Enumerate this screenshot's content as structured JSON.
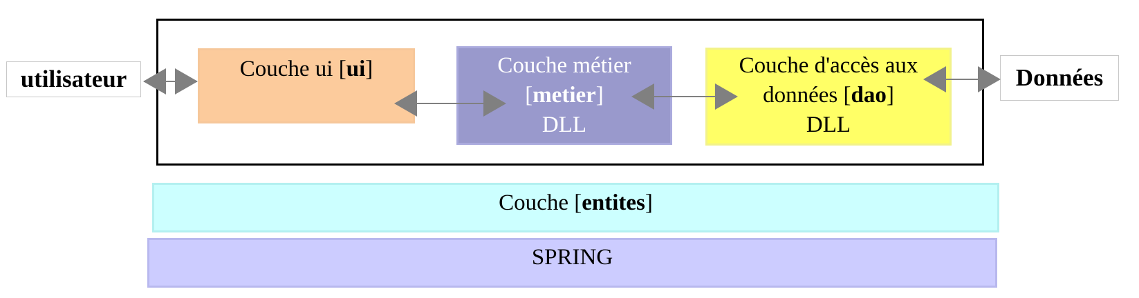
{
  "user": {
    "label": "utilisateur"
  },
  "data_store": {
    "label": "Données"
  },
  "ui_layer": {
    "label": "Couche ui [",
    "code": "ui",
    "suffix": "]"
  },
  "business_layer": {
    "label": "Couche métier",
    "code_open": "[",
    "code": "metier",
    "code_close": "]",
    "kind": "DLL"
  },
  "dao_layer": {
    "label": "Couche d'accès aux",
    "label2": "données [",
    "code": "dao",
    "suffix": "]",
    "kind": "DLL"
  },
  "entities_layer": {
    "label": "Couche [",
    "code": "entites",
    "suffix": "]"
  },
  "spring_layer": {
    "label": "SPRING"
  },
  "colors": {
    "ui": "#fccb9c",
    "business": "#9999cc",
    "dao": "#ffff66",
    "entities": "#ccffff",
    "spring": "#ccccff",
    "arrow": "#808080"
  }
}
